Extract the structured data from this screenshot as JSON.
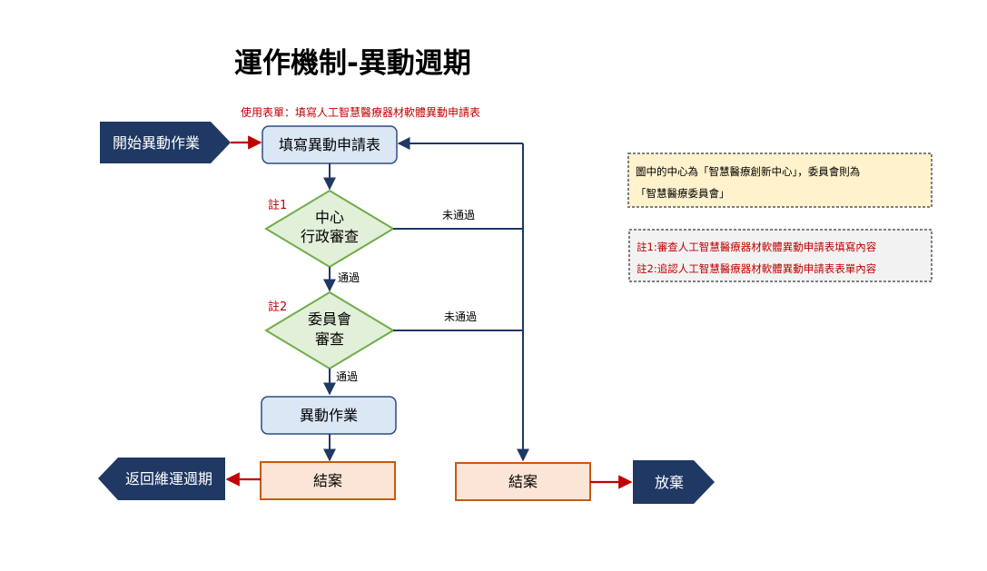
{
  "title": "運作機制-異動週期",
  "form_note": "使用表單：填寫人工智慧醫療器材軟體異動申請表",
  "nodes": {
    "start": "開始異動作業",
    "fill_form": "填寫異動申請表",
    "center_review_line1": "中心",
    "center_review_line2": "行政審查",
    "committee_review_line1": "委員會",
    "committee_review_line2": "審查",
    "change_op": "異動作業",
    "close_left": "結案",
    "close_right": "結案",
    "return_cycle": "返回維運週期",
    "abandon": "放棄"
  },
  "labels": {
    "note1_marker": "註1",
    "note2_marker": "註2",
    "pass1": "通過",
    "pass2": "通過",
    "fail1": "未通過",
    "fail2": "未通過"
  },
  "info_box": {
    "line1": "圖中的中心為「智慧醫療創新中心」，委員會則為",
    "line2": "「智慧醫療委員會」"
  },
  "notes_box": {
    "line1": "註1:審查人工智慧醫療器材軟體異動申請表填寫內容",
    "line2": "註2:追認人工智慧醫療器材軟體異動申請表表單內容"
  },
  "colors": {
    "navy": "#1f3864",
    "flow_line": "#1f3864",
    "red_arrow": "#c00000",
    "blue_box_fill": "#dae7f5",
    "blue_box_stroke": "#2f4f7f",
    "diamond_fill": "#e2efd9",
    "diamond_stroke": "#70ad47",
    "close_fill": "#fbe5d6",
    "close_stroke": "#c55a11",
    "info_fill": "#fff2cc",
    "note_red": "#c00000"
  }
}
